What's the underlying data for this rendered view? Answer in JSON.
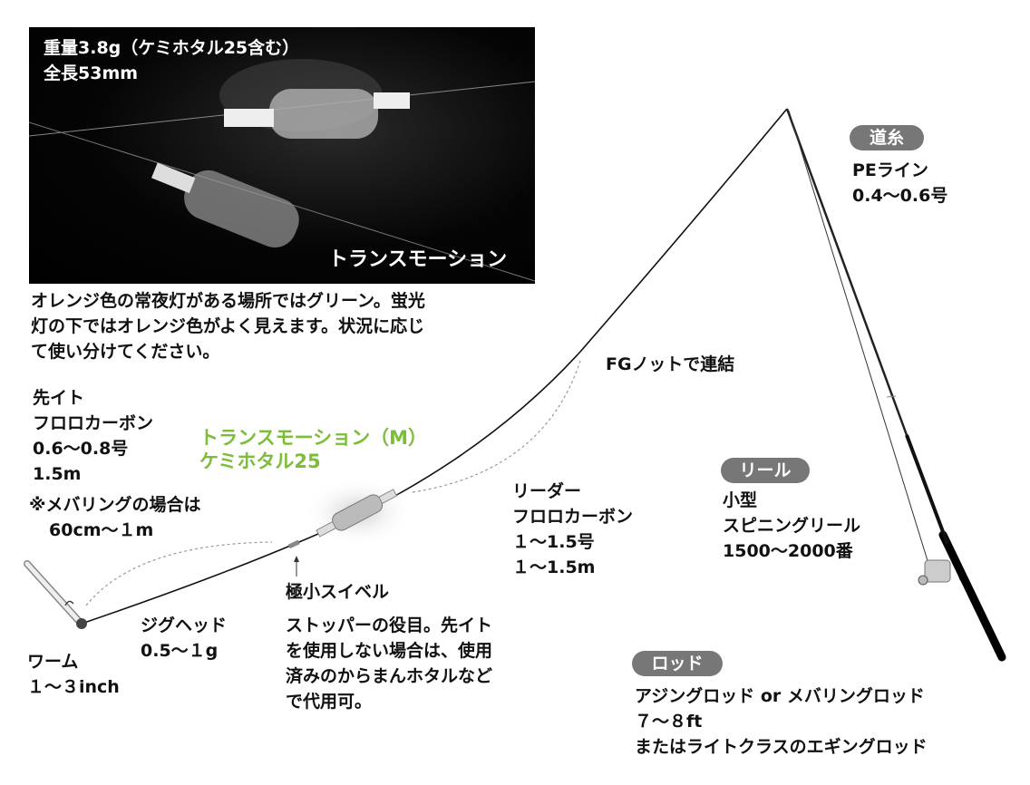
{
  "photo": {
    "spec_lines": [
      "重量3.8g（ケミホタル25含む）",
      "全長53mm"
    ],
    "product_name": "トランスモーション"
  },
  "description": [
    "オレンジ色の常夜灯がある場所ではグリーン。蛍光",
    "灯の下ではオレンジ色がよく見えます。状況に応じ",
    "て使い分けてください。"
  ],
  "tippet": {
    "lines": [
      "先イト",
      "フロロカーボン",
      "0.6〜0.8号",
      "1.5m"
    ],
    "note": "※メバリングの場合は",
    "note_value": "60cm〜１m"
  },
  "float_label": [
    "トランスモーション（M）",
    "ケミホタル25"
  ],
  "jighead": [
    "ジグヘッド",
    "0.5〜１g"
  ],
  "worm": [
    "ワーム",
    "１〜３inch"
  ],
  "swivel": {
    "label": "極小スイベル",
    "description": [
      "ストッパーの役目。先イト",
      "を使用しない場合は、使用",
      "済みのからまんホタルなど",
      "で代用可。"
    ]
  },
  "leader": [
    "リーダー",
    "フロロカーボン",
    "１〜1.5号",
    "１〜1.5m"
  ],
  "knot": "FGノットで連結",
  "main_line": {
    "badge": "道糸",
    "lines": [
      "PEライン",
      "0.4〜0.6号"
    ]
  },
  "reel": {
    "badge": "リール",
    "lines": [
      "小型",
      "スピニングリール",
      "1500〜2000番"
    ]
  },
  "rod": {
    "badge": "ロッド",
    "lines": [
      "アジングロッド or メバリングロッド",
      "７〜８ft",
      "またはライトクラスのエギングロッド"
    ]
  },
  "colors": {
    "accent_green": "#7cbd3a",
    "badge_gray": "#777777"
  }
}
